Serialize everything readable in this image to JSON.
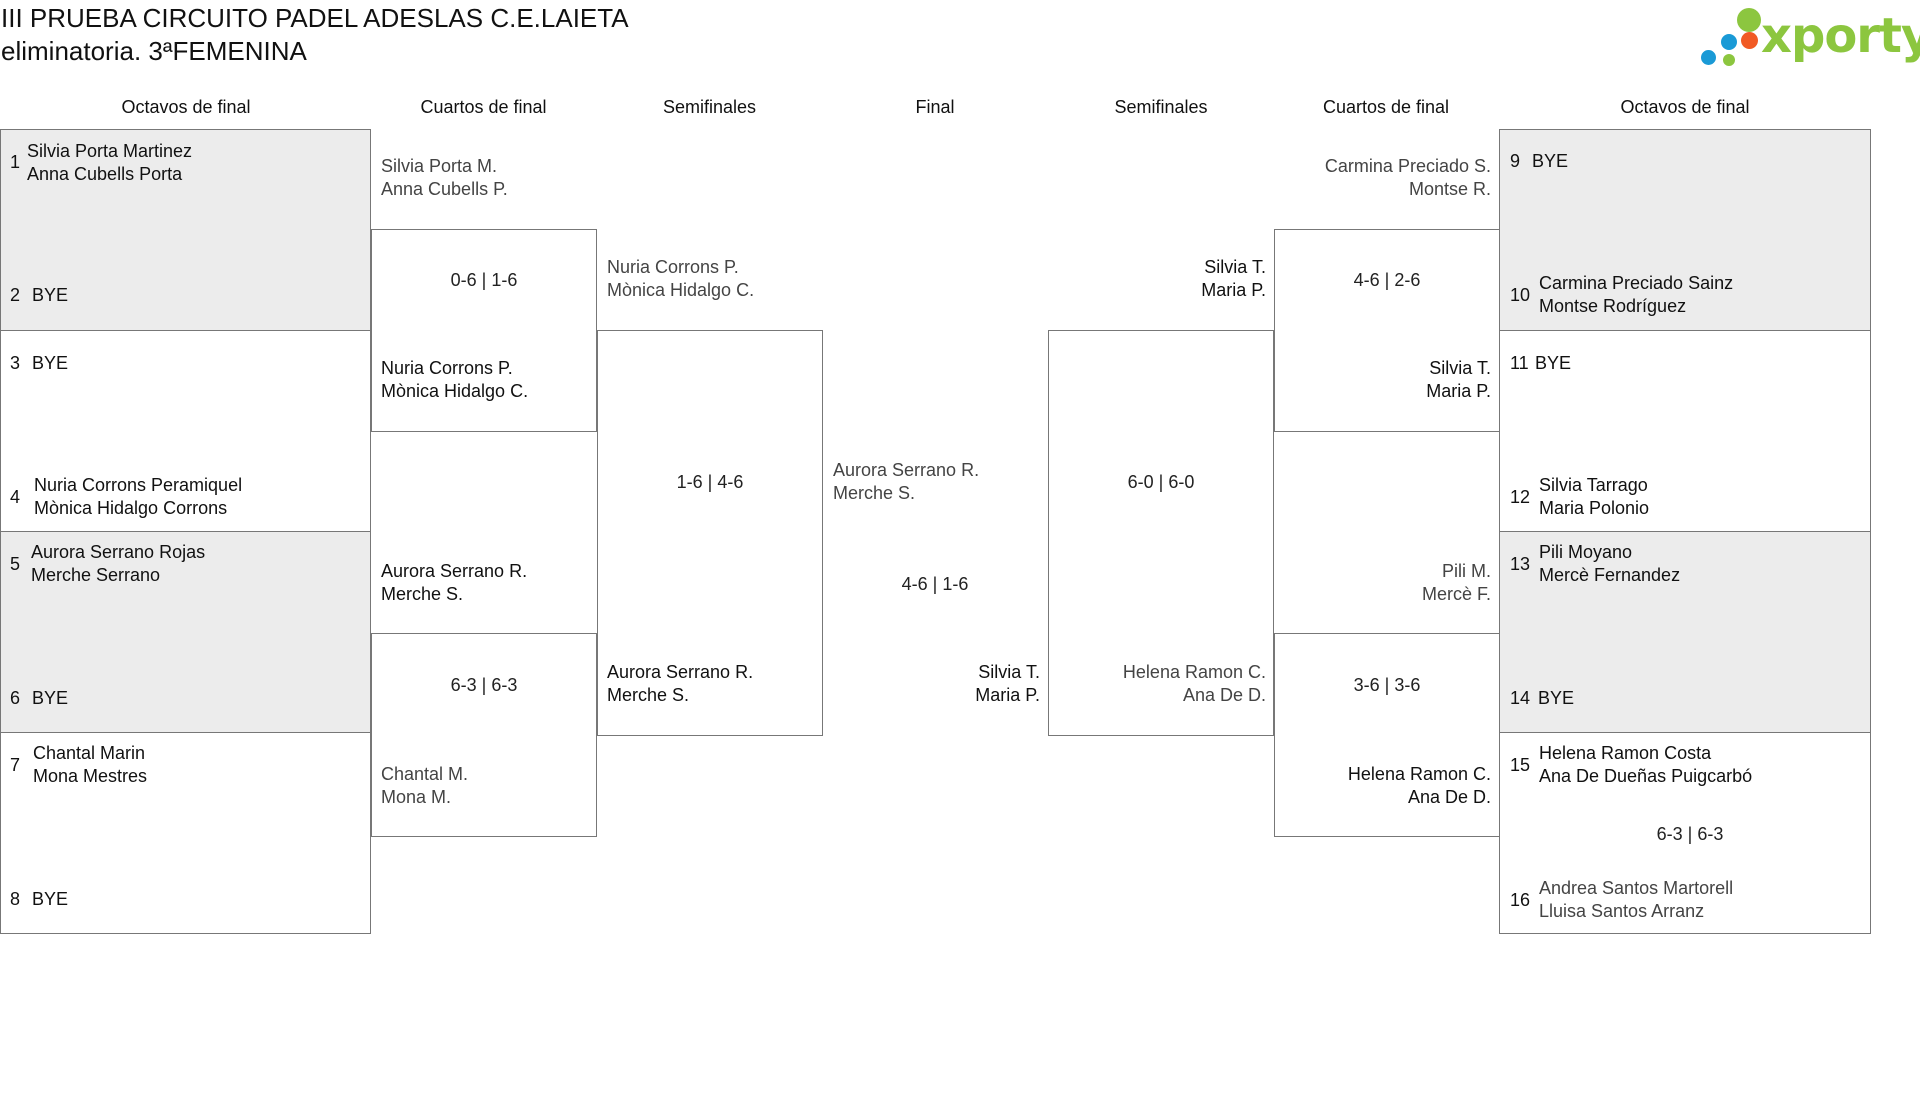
{
  "header": {
    "title_line1": "III PRUEBA CIRCUITO PADEL ADESLAS C.E.LAIETA",
    "title_line2": "eliminatoria. 3ªFEMENINA"
  },
  "logo": {
    "text": "xporty",
    "colors": [
      "#8cc63f",
      "#1a9ad6",
      "#f15a24"
    ]
  },
  "columns": {
    "left_r16": "Octavos de final",
    "left_qf": "Cuartos de final",
    "left_sf": "Semifinales",
    "final": "Final",
    "right_sf": "Semifinales",
    "right_qf": "Cuartos de final",
    "right_r16": "Octavos de final"
  },
  "left_r16": [
    {
      "num": "1",
      "p1": "Silvia Porta Martinez",
      "p2": "Anna Cubells Porta"
    },
    {
      "num": "2",
      "p1": "BYE",
      "p2": ""
    },
    {
      "num": "3",
      "p1": "BYE",
      "p2": ""
    },
    {
      "num": "4",
      "p1": "Nuria Corrons Peramiquel",
      "p2": "Mònica Hidalgo Corrons"
    },
    {
      "num": "5",
      "p1": "Aurora Serrano Rojas",
      "p2": "Merche Serrano"
    },
    {
      "num": "6",
      "p1": "BYE",
      "p2": ""
    },
    {
      "num": "7",
      "p1": "Chantal Marin",
      "p2": "Mona Mestres"
    },
    {
      "num": "8",
      "p1": "BYE",
      "p2": ""
    }
  ],
  "right_r16": [
    {
      "num": "9",
      "p1": "BYE",
      "p2": ""
    },
    {
      "num": "10",
      "p1": "Carmina Preciado Sainz",
      "p2": "Montse Rodríguez"
    },
    {
      "num": "11",
      "p1": "BYE",
      "p2": ""
    },
    {
      "num": "12",
      "p1": "Silvia Tarrago",
      "p2": "Maria Polonio"
    },
    {
      "num": "13",
      "p1": "Pili Moyano",
      "p2": "Mercè Fernandez"
    },
    {
      "num": "14",
      "p1": "BYE",
      "p2": ""
    },
    {
      "num": "15",
      "p1": "Helena Ramon Costa",
      "p2": "Ana De Dueñas Puigcarbó"
    },
    {
      "num": "16",
      "p1": "Andrea Santos Martorell",
      "p2": "Lluisa Santos Arranz"
    }
  ],
  "right_r16_scores": [
    "6-3 | 6-3"
  ],
  "left_qf": [
    {
      "p1": "Silvia Porta M.",
      "p2": "Anna Cubells P."
    },
    {
      "p1": "Nuria Corrons P.",
      "p2": "Mònica Hidalgo C."
    },
    {
      "p1": "Aurora Serrano R.",
      "p2": "Merche S."
    },
    {
      "p1": "Chantal M.",
      "p2": "Mona M."
    }
  ],
  "left_qf_scores": [
    "0-6 | 1-6",
    "6-3 | 6-3"
  ],
  "left_sf": [
    {
      "p1": "Nuria Corrons P.",
      "p2": "Mònica Hidalgo C."
    },
    {
      "p1": "Aurora Serrano R.",
      "p2": "Merche S."
    }
  ],
  "left_sf_score": "1-6 | 4-6",
  "final": {
    "p1_top": "Aurora Serrano R.",
    "p2_top": "Merche S.",
    "score": "4-6 | 1-6",
    "p1_bottom": "Silvia T.",
    "p2_bottom": "Maria P."
  },
  "right_sf": [
    {
      "p1": "Silvia T.",
      "p2": "Maria P."
    },
    {
      "p1": "Helena Ramon C.",
      "p2": "Ana De D."
    }
  ],
  "right_sf_score": "6-0 | 6-0",
  "right_qf": [
    {
      "p1": "Carmina Preciado S.",
      "p2": "Montse R."
    },
    {
      "p1": "Silvia T.",
      "p2": "Maria P."
    },
    {
      "p1": "Pili M.",
      "p2": "Mercè F."
    },
    {
      "p1": "Helena Ramon C.",
      "p2": "Ana De D."
    }
  ],
  "right_qf_scores": [
    "4-6 | 2-6",
    "3-6 | 3-6"
  ]
}
